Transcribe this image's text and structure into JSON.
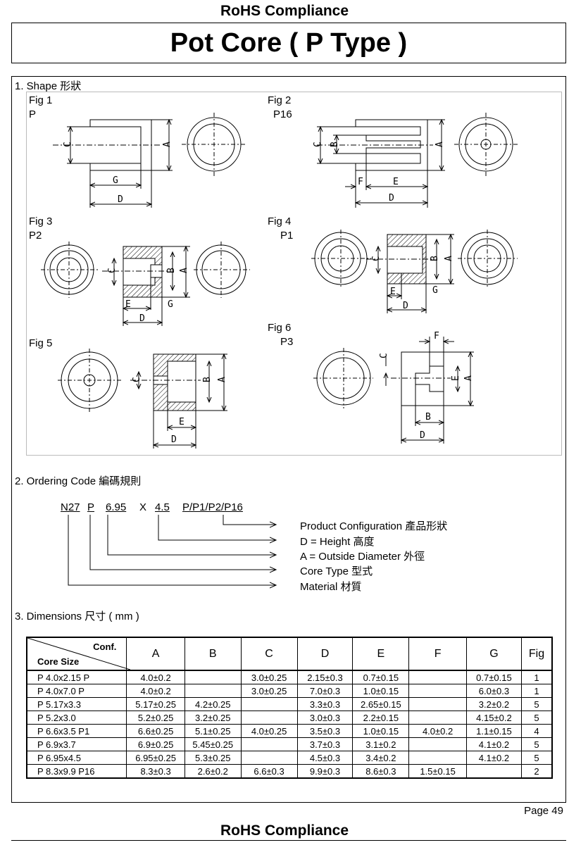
{
  "header": {
    "top": "RoHS Compliance",
    "title": "Pot Core ( P Type )",
    "bottom": "RoHS Compliance"
  },
  "page_label": "Page 49",
  "shape": {
    "heading": "1. Shape 形狀",
    "figs": [
      {
        "fig": "Fig 1",
        "type": "P"
      },
      {
        "fig": "Fig 2",
        "type": "P16"
      },
      {
        "fig": "Fig 3",
        "type": "P2"
      },
      {
        "fig": "Fig 4",
        "type": "P1"
      },
      {
        "fig": "Fig 5",
        "type": ""
      },
      {
        "fig": "Fig 6",
        "type": "P3"
      }
    ],
    "dims": {
      "A": "A",
      "B": "B",
      "C": "C",
      "D": "D",
      "E": "E",
      "F": "F",
      "G": "G"
    }
  },
  "ordering": {
    "heading": "2. Ordering Code 編碼規則",
    "parts": [
      "N27",
      "P",
      "6.95",
      "X",
      "4.5",
      "P/P1/P2/P16"
    ],
    "descriptions": [
      "Product Configuration  產品形狀",
      "D = Height  高度",
      "A  = Outside Diameter  外徑",
      "Core Type  型式",
      "Material  材質"
    ]
  },
  "dimensions": {
    "heading": "3. Dimensions 尺寸 ( mm )",
    "corner_top": "Conf.",
    "corner_bottom": "Core Size",
    "columns": [
      "A",
      "B",
      "C",
      "D",
      "E",
      "F",
      "G",
      "Fig"
    ],
    "rows": [
      [
        "P 4.0x2.15 P",
        "4.0±0.2",
        "",
        "3.0±0.25",
        "2.15±0.3",
        "0.7±0.15",
        "",
        "0.7±0.15",
        "1"
      ],
      [
        "P 4.0x7.0 P",
        "4.0±0.2",
        "",
        "3.0±0.25",
        "7.0±0.3",
        "1.0±0.15",
        "",
        "6.0±0.3",
        "1"
      ],
      [
        "P 5.17x3.3",
        "5.17±0.25",
        "4.2±0.25",
        "",
        "3.3±0.3",
        "2.65±0.15",
        "",
        "3.2±0.2",
        "5"
      ],
      [
        "P 5.2x3.0",
        "5.2±0.25",
        "3.2±0.25",
        "",
        "3.0±0.3",
        "2.2±0.15",
        "",
        "4.15±0.2",
        "5"
      ],
      [
        "P 6.6x3.5 P1",
        "6.6±0.25",
        "5.1±0.25",
        "4.0±0.25",
        "3.5±0.3",
        "1.0±0.15",
        "4.0±0.2",
        "1.1±0.15",
        "4"
      ],
      [
        "P 6.9x3.7",
        "6.9±0.25",
        "5.45±0.25",
        "",
        "3.7±0.3",
        "3.1±0.2",
        "",
        "4.1±0.2",
        "5"
      ],
      [
        "P 6.95x4.5",
        "6.95±0.25",
        "5.3±0.25",
        "",
        "4.5±0.3",
        "3.4±0.2",
        "",
        "4.1±0.2",
        "5"
      ],
      [
        "P 8.3x9.9 P16",
        "8.3±0.3",
        "2.6±0.2",
        "6.6±0.3",
        "9.9±0.3",
        "8.6±0.3",
        "1.5±0.15",
        "",
        "2"
      ]
    ]
  }
}
